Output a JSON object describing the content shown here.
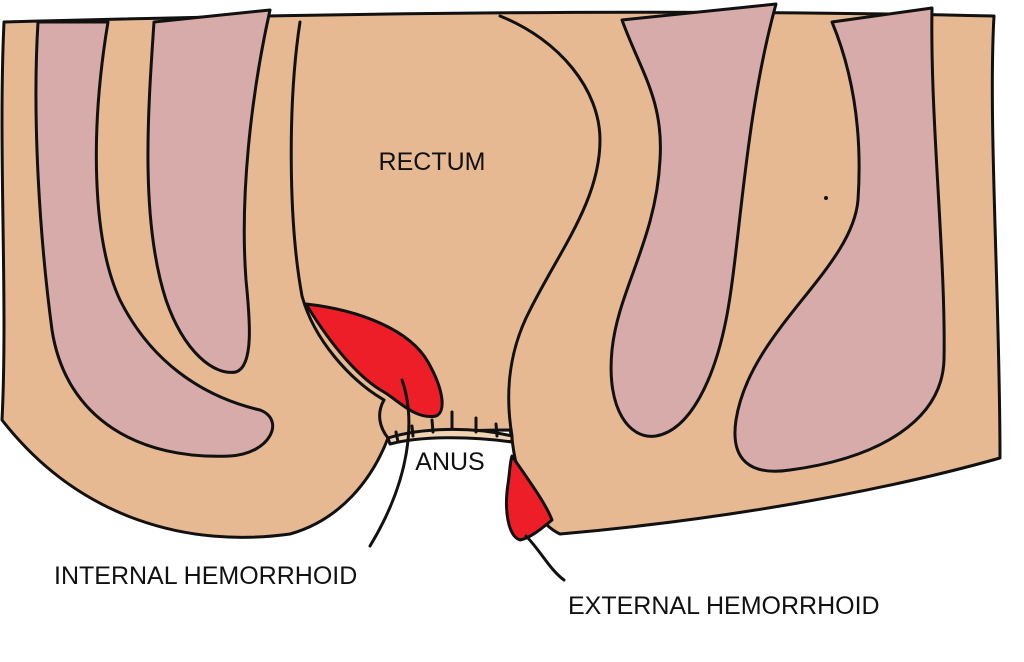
{
  "labels": {
    "rectum": "RECTUM",
    "anus": "ANUS",
    "internal_hemorrhoid": "INTERNAL HEMORRHOID",
    "external_hemorrhoid": "EXTERNAL HEMORRHOID"
  },
  "colors": {
    "tissue": "#E6B993",
    "muscle_fold": "#D6ABAA",
    "hemorrhoid": "#EE1E28",
    "outline": "#111111",
    "anal_canal": "#F1D4B4",
    "background": "#FFFFFF"
  }
}
